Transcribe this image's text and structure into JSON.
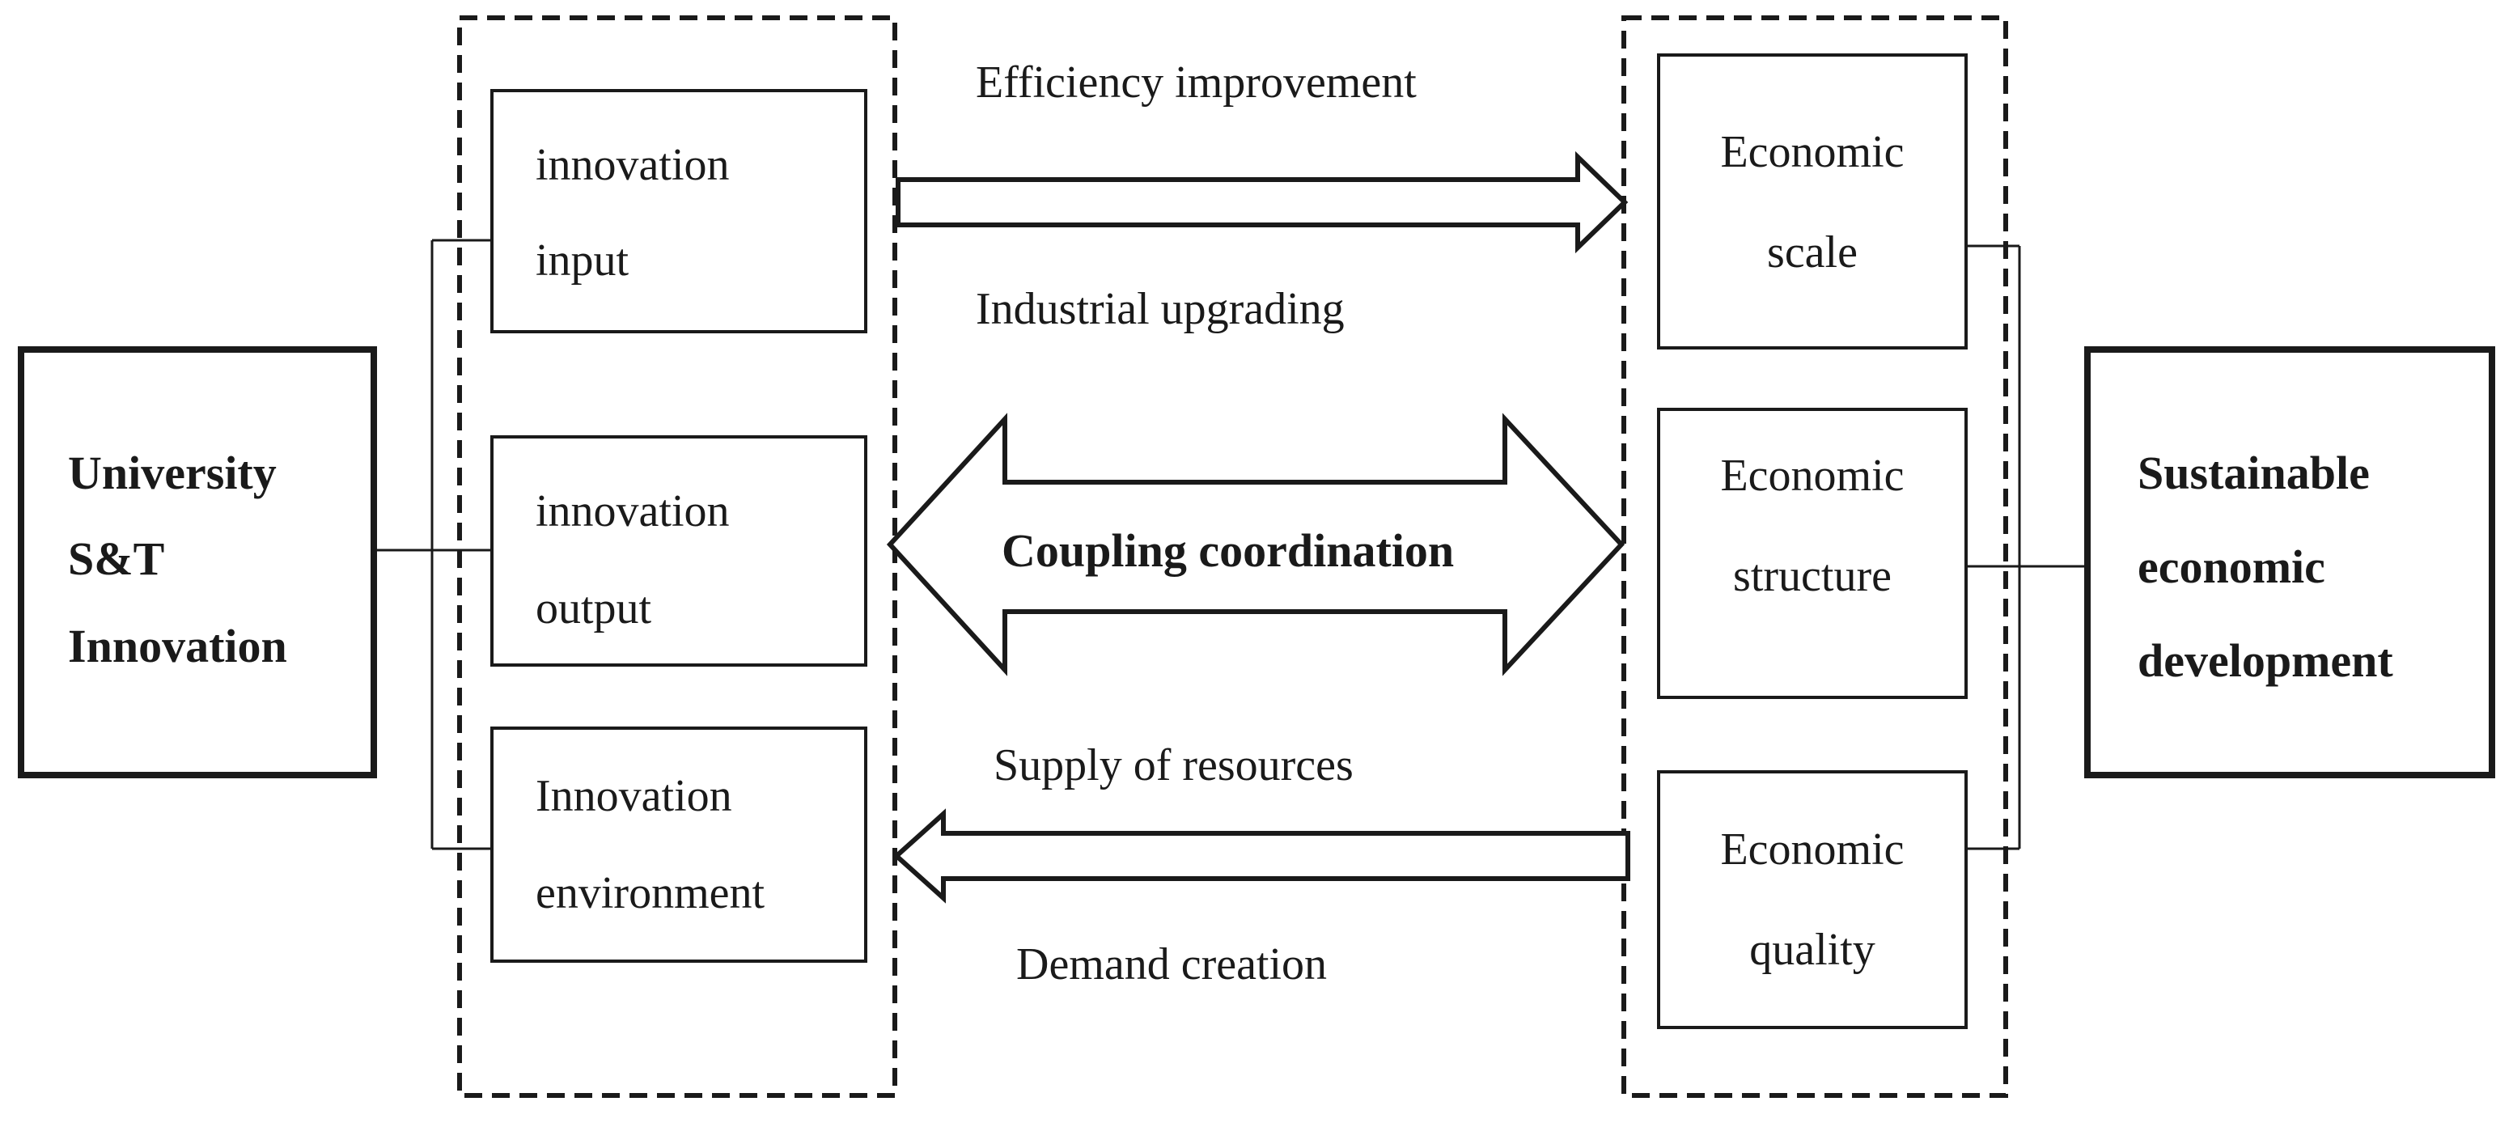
{
  "left_main": {
    "lines": [
      "University",
      "S&T",
      "Innovation"
    ]
  },
  "right_main": {
    "lines": [
      "Sustainable",
      "economic",
      "development"
    ]
  },
  "left_group": {
    "items": [
      {
        "lines": [
          "innovation",
          "input"
        ]
      },
      {
        "lines": [
          "innovation",
          "output"
        ]
      },
      {
        "lines": [
          "Innovation",
          "environment"
        ]
      }
    ]
  },
  "right_group": {
    "items": [
      {
        "lines": [
          "Economic",
          "scale"
        ]
      },
      {
        "lines": [
          "Economic",
          "structure"
        ]
      },
      {
        "lines": [
          "Economic",
          "quality"
        ]
      }
    ]
  },
  "arrows": {
    "top_label": "Efficiency improvement",
    "mid_top_label": "Industrial upgrading",
    "center_label": "Coupling coordination",
    "lower_label": "Supply of resources",
    "bottom_label": "Demand creation"
  },
  "colors": {
    "stroke": "#1a1a1a",
    "background": "#ffffff"
  }
}
